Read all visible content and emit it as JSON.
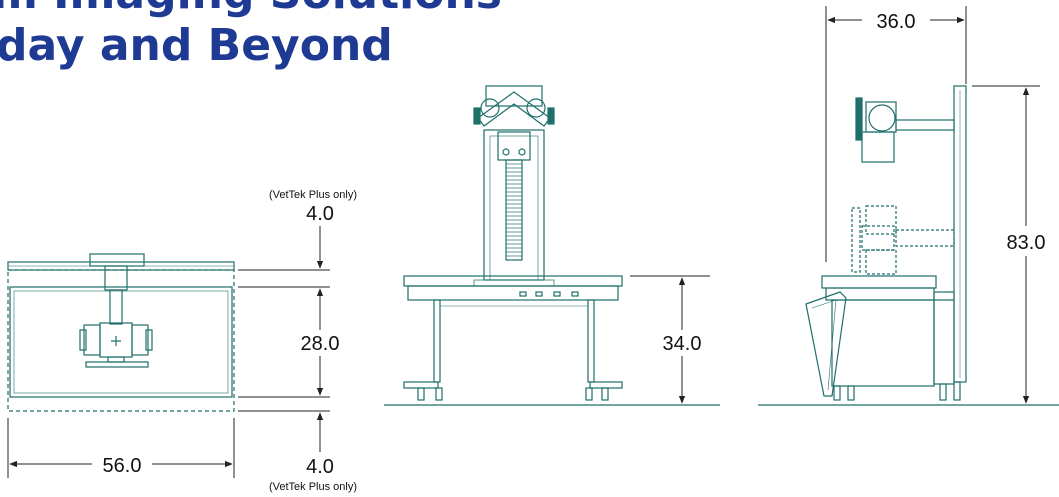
{
  "header": {
    "title_line1": "m Imaging Solutions",
    "title_line2": "day and Beyond"
  },
  "dimensions": {
    "top_note": "(VetTek Plus only)",
    "top_value": "4.0",
    "middle_value": "28.0",
    "bottom_value": "4.0",
    "bottom_note": "(VetTek Plus only)",
    "width_value": "56.0",
    "table_height_value": "34.0",
    "depth_value": "36.0",
    "overall_height_value": "83.0"
  },
  "colors": {
    "title": "#1f3a93",
    "drawing": "#1f6f6a",
    "dimension_line": "#222222",
    "text": "#111111"
  }
}
